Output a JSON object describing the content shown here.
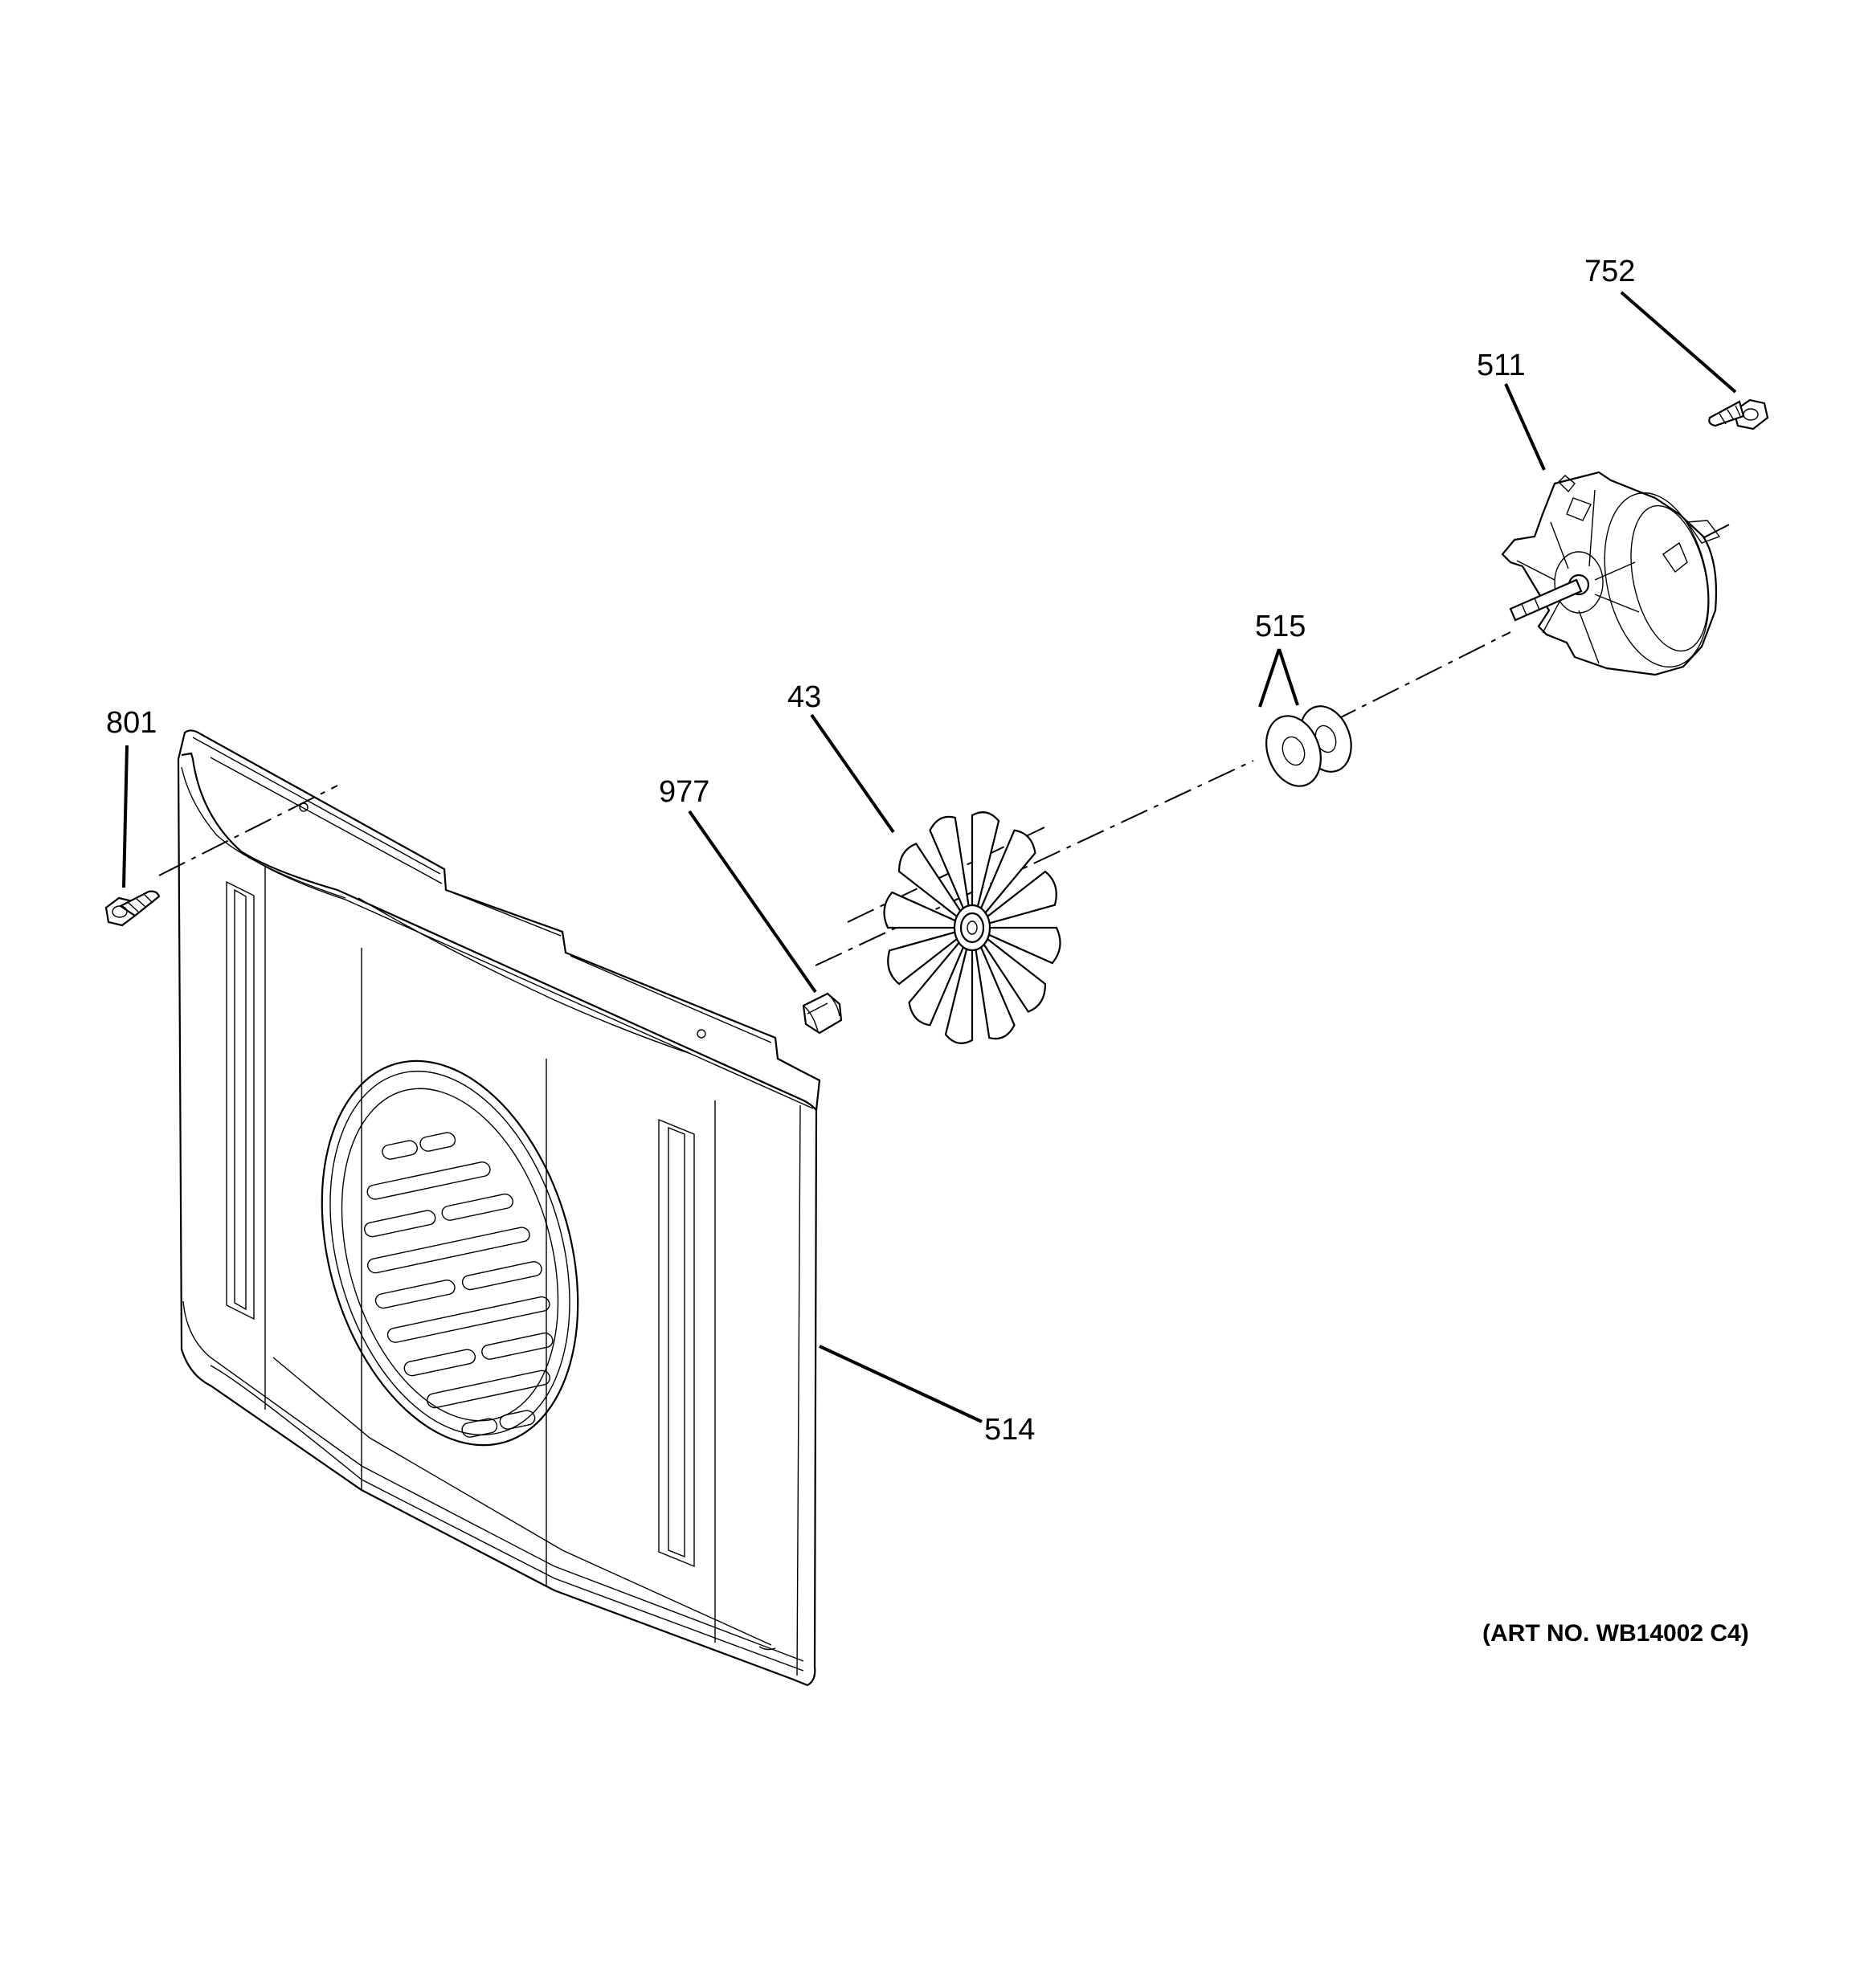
{
  "labels": {
    "p801": "801",
    "p977": "977",
    "p43": "43",
    "p515": "515",
    "p511": "511",
    "p752": "752",
    "p514": "514"
  },
  "art_no": "(ART NO. WB14002 C4)"
}
